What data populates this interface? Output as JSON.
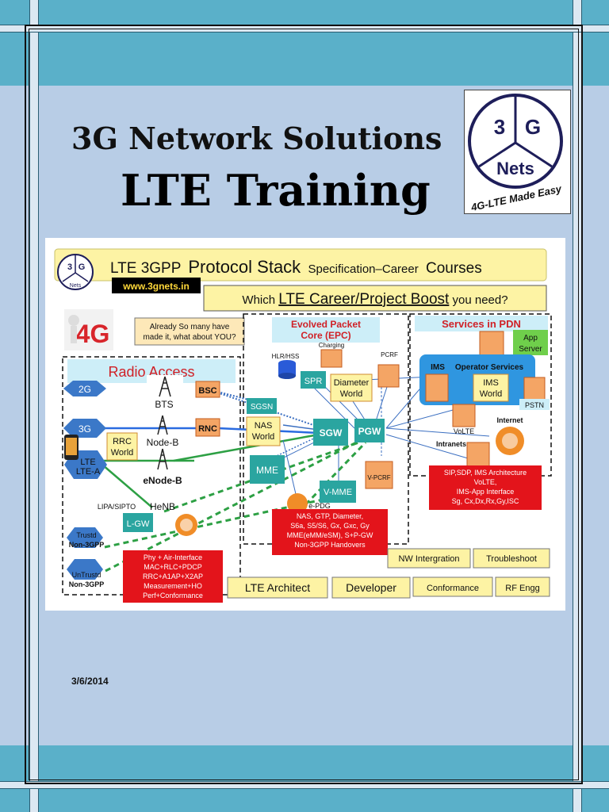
{
  "cover": {
    "subtitle": "3G Network Solutions",
    "title": "LTE Training",
    "date": "3/6/2014"
  },
  "logo": {
    "left": "3",
    "right": "G",
    "name": "Nets",
    "tagline": "4G-LTE Made Easy"
  },
  "banner": {
    "part1": "LTE 3GPP",
    "part2": "Protocol Stack",
    "part3": "Specification–Career",
    "part4": "Courses",
    "website": "www.3gnets.in",
    "logo_left": "3",
    "logo_right": "G",
    "logo_name": "Nets"
  },
  "question": {
    "pre": "Which",
    "mid": "LTE Career/Project Boost",
    "post": "you need?"
  },
  "promo": {
    "badge": "4G",
    "line1": "Already So many have",
    "line2": "made it, what about YOU?"
  },
  "radio_access": {
    "title": "Radio Access",
    "gen2": "2G",
    "gen3": "3G",
    "lte": "LTE",
    "lte_a": "LTE-A",
    "bts": "BTS",
    "bsc": "BSC",
    "nodeb": "Node-B",
    "rnc": "RNC",
    "rrc_world_1": "RRC",
    "rrc_world_2": "World",
    "enodeb": "eNode-B",
    "henb": "HeNB",
    "lipa": "LIPA/SIPTO",
    "lgw": "L-GW",
    "trusted_1": "Trustd",
    "trusted_2": "Non-3GPP",
    "untrusted_1": "UnTrustd",
    "untrusted_2": "Non-3GPP"
  },
  "epc": {
    "title_1": "Evolved Packet",
    "title_2": "Core (EPC)",
    "hlr": "HLR/HSS",
    "charging": "Charging",
    "pcrf": "PCRF",
    "spr": "SPR",
    "diameter_1": "Diameter",
    "diameter_2": "World",
    "sgsn": "SGSN",
    "nas_1": "NAS",
    "nas_2": "World",
    "sgw": "SGW",
    "pgw": "PGW",
    "mme": "MME",
    "vmme": "V-MME",
    "vpcrf": "V-PCRF",
    "epdg": "e-PDG"
  },
  "pdn": {
    "title": "Services in PDN",
    "app_server_1": "App",
    "app_server_2": "Server",
    "ims": "IMS",
    "operator_services": "Operator Services",
    "ims_world_1": "IMS",
    "ims_world_2": "World",
    "pstn": "PSTN",
    "volte": "VoLTE",
    "internet": "Internet",
    "intranets": "Intranets"
  },
  "red_boxes": {
    "ims_box": [
      "SIP,SDP, IMS Architecture",
      "VoLTE,",
      "IMS-App Interface",
      "Sg, Cx,Dx,Rx,Gy,ISC"
    ],
    "epc_box": [
      "NAS, GTP, Diameter,",
      "S6a, S5/S6, Gx, Gxc, Gy",
      "MME(eMM/eSM), S+P-GW",
      "Non-3GPP Handovers"
    ],
    "phy_box": [
      "Phy + Air-Interface",
      "MAC+RLC+PDCP",
      "RRC+A1AP+X2AP",
      "Measurement+HO",
      "Perf+Conformance"
    ]
  },
  "careers": {
    "nw_integration": "NW Intergration",
    "troubleshoot": "Troubleshoot",
    "lte_architect": "LTE Architect",
    "developer": "Developer",
    "conformance": "Conformance",
    "rf_engg": "RF Engg"
  },
  "colors": {
    "band": "#5ab0c9",
    "page": "#b8cde6",
    "teal_node": "#2aa5a0",
    "yellow_box": "#fcf5b4",
    "red_box": "#e3141b",
    "banner_yellow": "#fdf3a4"
  }
}
